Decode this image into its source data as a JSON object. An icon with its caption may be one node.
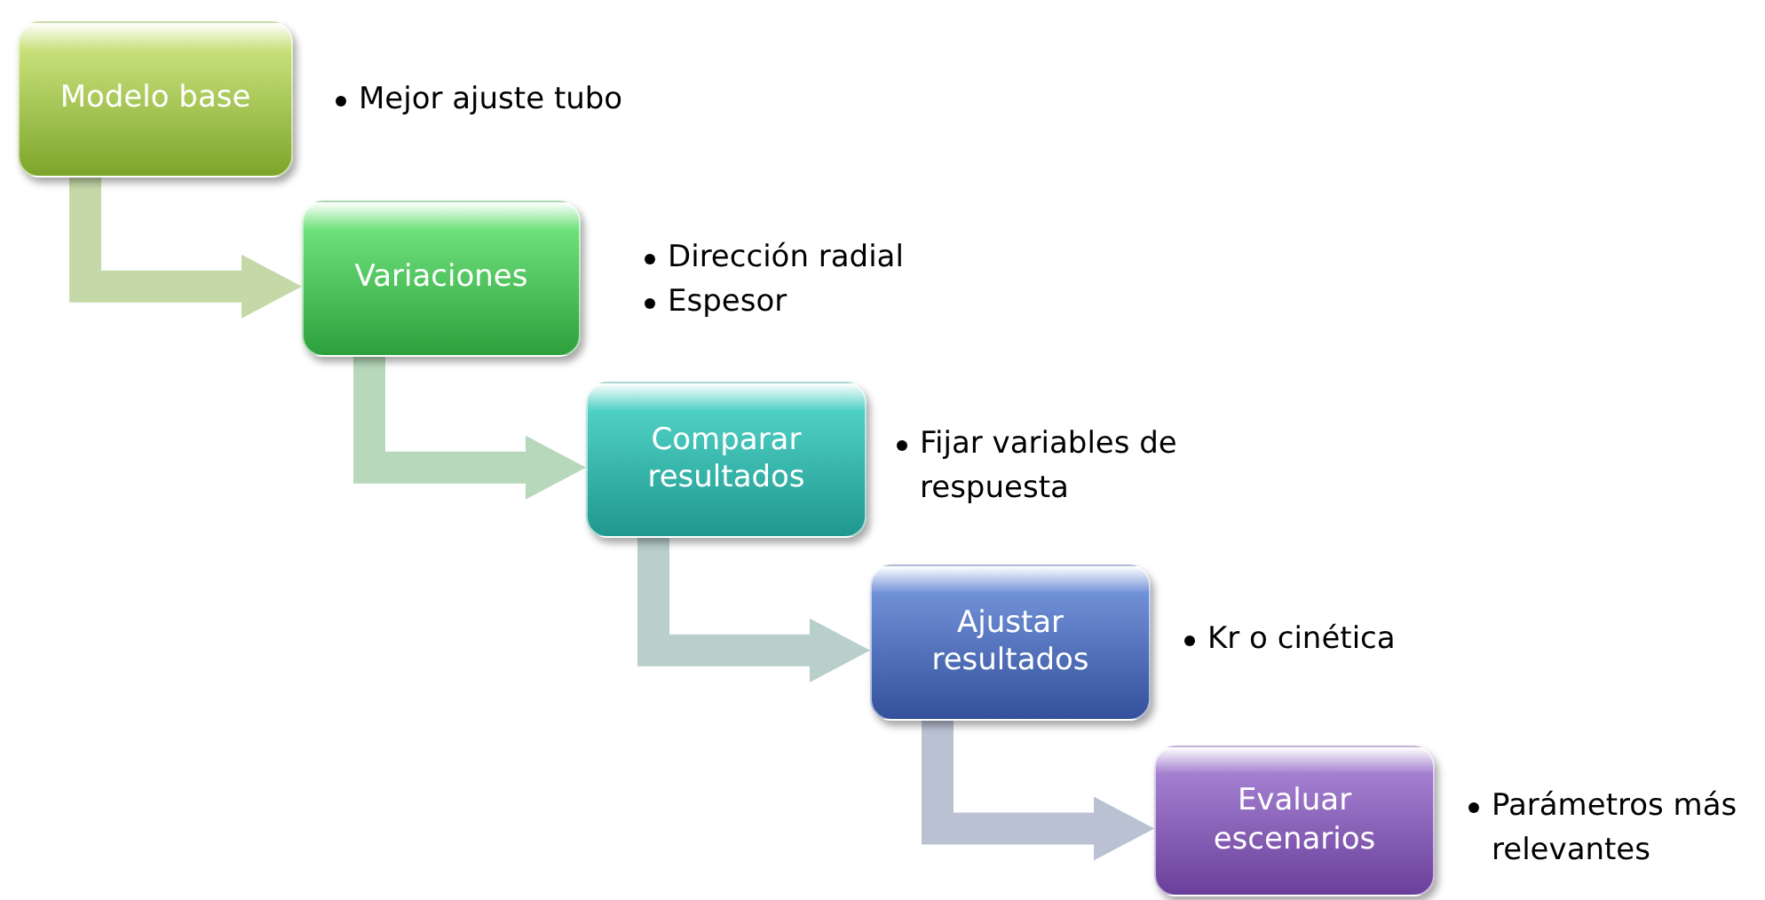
{
  "diagram": {
    "nodes": [
      {
        "text": [
          "Modelo base"
        ],
        "beside": [
          "Mejor ajuste tubo"
        ]
      },
      {
        "text": [
          "Variaciones"
        ],
        "beside": [
          "Dirección radial",
          "Espesor"
        ]
      },
      {
        "text": [
          "Comparar resultados"
        ],
        "beside": [
          "Fijar variables de respuesta"
        ]
      },
      {
        "text": [
          "Ajustar resultados"
        ],
        "beside": [
          "Kr o cinética"
        ]
      },
      {
        "text": [
          "Evaluar escenarios"
        ],
        "beside": [
          "Parámetros más relevantes"
        ]
      }
    ],
    "edges": [
      {
        "from": 0,
        "to": 1,
        "arrow": "to"
      },
      {
        "from": 1,
        "to": 2,
        "arrow": "to"
      },
      {
        "from": 2,
        "to": 3,
        "arrow": "to"
      },
      {
        "from": 3,
        "to": 4,
        "arrow": "to"
      }
    ]
  }
}
